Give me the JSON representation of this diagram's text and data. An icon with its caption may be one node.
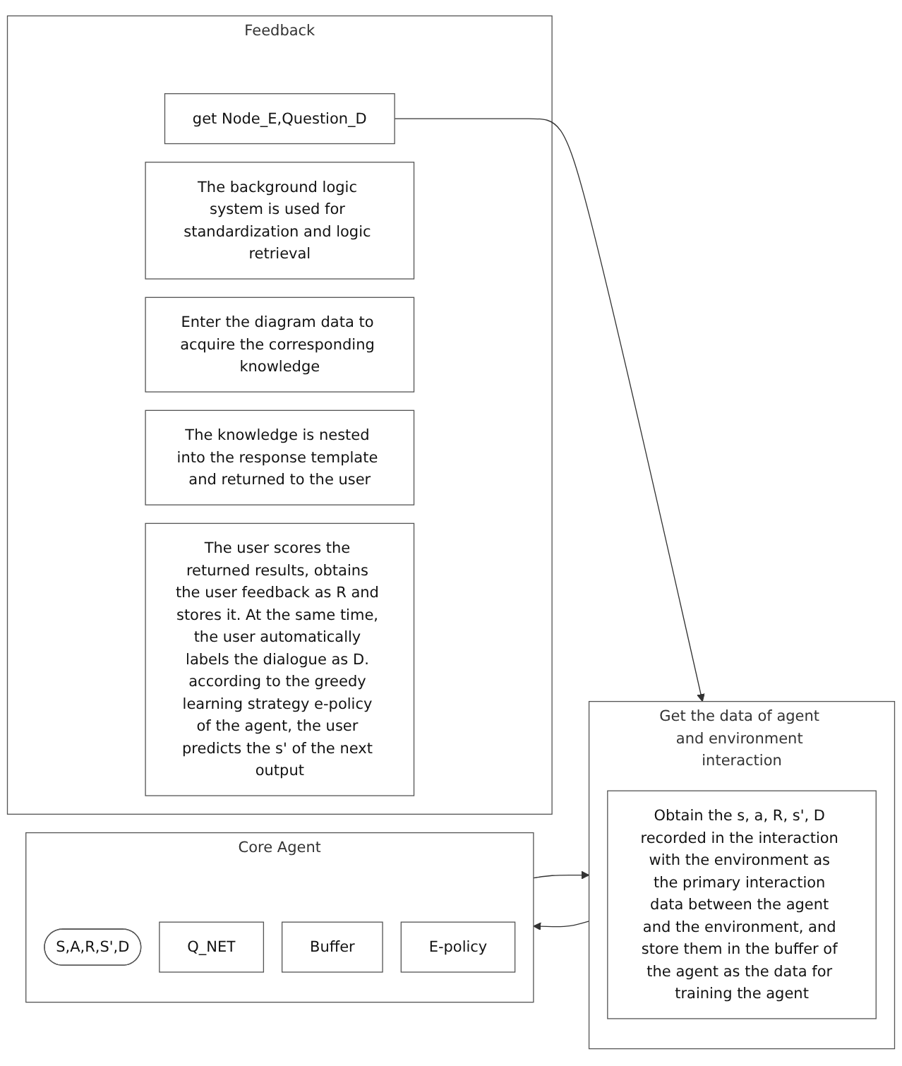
{
  "diagram": {
    "nodes": [
      {
        "text": [
          "Feedback"
        ]
      },
      {
        "text": [
          "get Node_E,Question_D"
        ],
        "in": 0
      },
      {
        "text": [
          "The background logic system is used for standardization and logic retrieval"
        ],
        "in": 0
      },
      {
        "text": [
          "Enter the diagram data to acquire the corresponding knowledge"
        ],
        "in": 0
      },
      {
        "text": [
          "The knowledge is nested into the response template and returned to the user"
        ],
        "in": 0
      },
      {
        "text": [
          "The user scores the returned results, obtains the user feedback as R and stores it. At the same time, the user automatically labels the dialogue as D. according to the greedy learning strategy e-policy of the agent, the user predicts the s' of the next output"
        ],
        "in": 0
      },
      {
        "text": [
          "Get the data of agent and environment interaction"
        ]
      },
      {
        "text": [
          "Obtain the s, a, R, s', D recorded in the interaction with the environment as the primary interaction data between the agent and the environment, and store them in the buffer of the agent as the data for training the agent"
        ],
        "in": 6
      },
      {
        "text": [
          "Core Agent"
        ]
      },
      {
        "text": [
          "S,A,R,S',D"
        ],
        "in": 8
      },
      {
        "text": [
          "Q_NET"
        ],
        "in": 8
      },
      {
        "text": [
          "Buffer"
        ],
        "in": 8
      },
      {
        "text": [
          "E-policy"
        ],
        "in": 8
      }
    ],
    "edges": [
      {
        "from": 1,
        "to": 6,
        "arrow": "to"
      },
      {
        "from": 6,
        "to": 8,
        "arrow": "to"
      },
      {
        "from": 8,
        "to": 6,
        "arrow": "to"
      }
    ]
  }
}
